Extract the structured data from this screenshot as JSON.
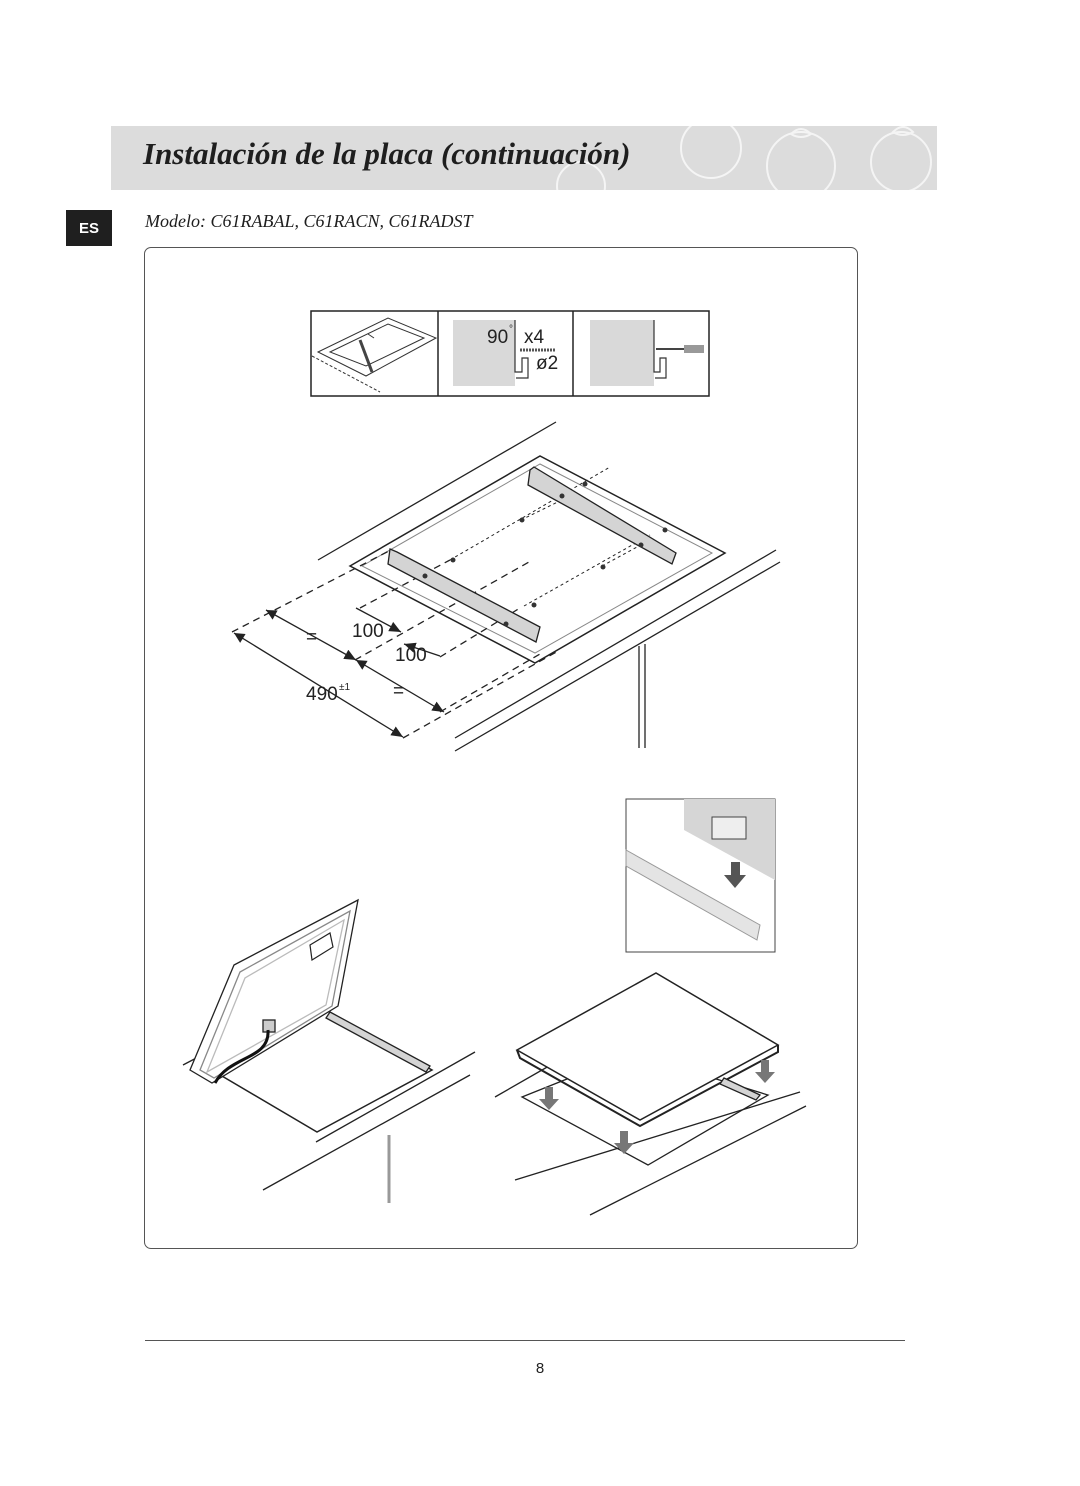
{
  "header": {
    "title": "Instalación de la placa (continuación)",
    "language_badge": "ES",
    "model_line": "Modelo: C61RABAL, C61RACN, C61RADST"
  },
  "figure": {
    "step1": {
      "angle": "90",
      "degree": "°",
      "count": "x4",
      "drill": "ø2"
    },
    "dimensions": {
      "depth": "490",
      "depth_tolerance": "±1",
      "equal_sign": "=",
      "offset_1": "100",
      "offset_2": "100"
    }
  },
  "footer": {
    "page_number": "8"
  },
  "colors": {
    "title_bar": "#dcdcdc",
    "badge": "#1f1f1f",
    "line": "#222222",
    "bracket_fill": "#cfcfcf"
  }
}
